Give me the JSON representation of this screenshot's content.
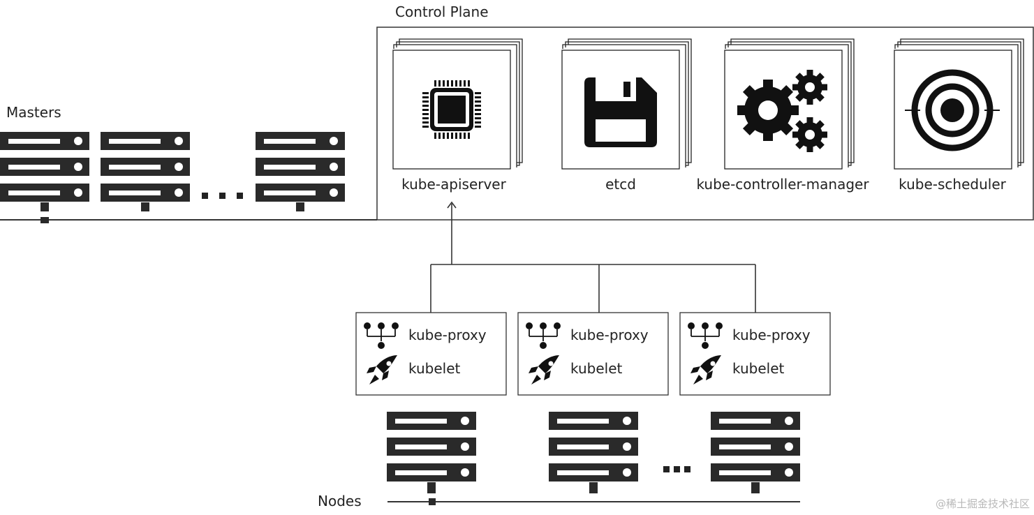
{
  "labels": {
    "control_plane": "Control Plane",
    "masters": "Masters",
    "nodes": "Nodes",
    "watermark": "@稀土掘金技术社区"
  },
  "components": [
    {
      "label": "kube-apiserver",
      "icon": "cpu-chip-icon"
    },
    {
      "label": "etcd",
      "icon": "floppy-disk-icon"
    },
    {
      "label": "kube-controller-manager",
      "icon": "gears-icon"
    },
    {
      "label": "kube-scheduler",
      "icon": "target-icon"
    }
  ],
  "worker_nodes": [
    {
      "proxy_label": "kube-proxy",
      "kubelet_label": "kubelet",
      "proxy_icon": "network-tree-icon",
      "kubelet_icon": "rocket-icon"
    },
    {
      "proxy_label": "kube-proxy",
      "kubelet_label": "kubelet",
      "proxy_icon": "network-tree-icon",
      "kubelet_icon": "rocket-icon"
    },
    {
      "proxy_label": "kube-proxy",
      "kubelet_label": "kubelet",
      "proxy_icon": "network-tree-icon",
      "kubelet_icon": "rocket-icon"
    }
  ],
  "colors": {
    "ink": "#222222",
    "server": "#2a2a2a",
    "server_slot": "#ffffff",
    "line": "#333333",
    "watermark": "#b8b8b8"
  }
}
